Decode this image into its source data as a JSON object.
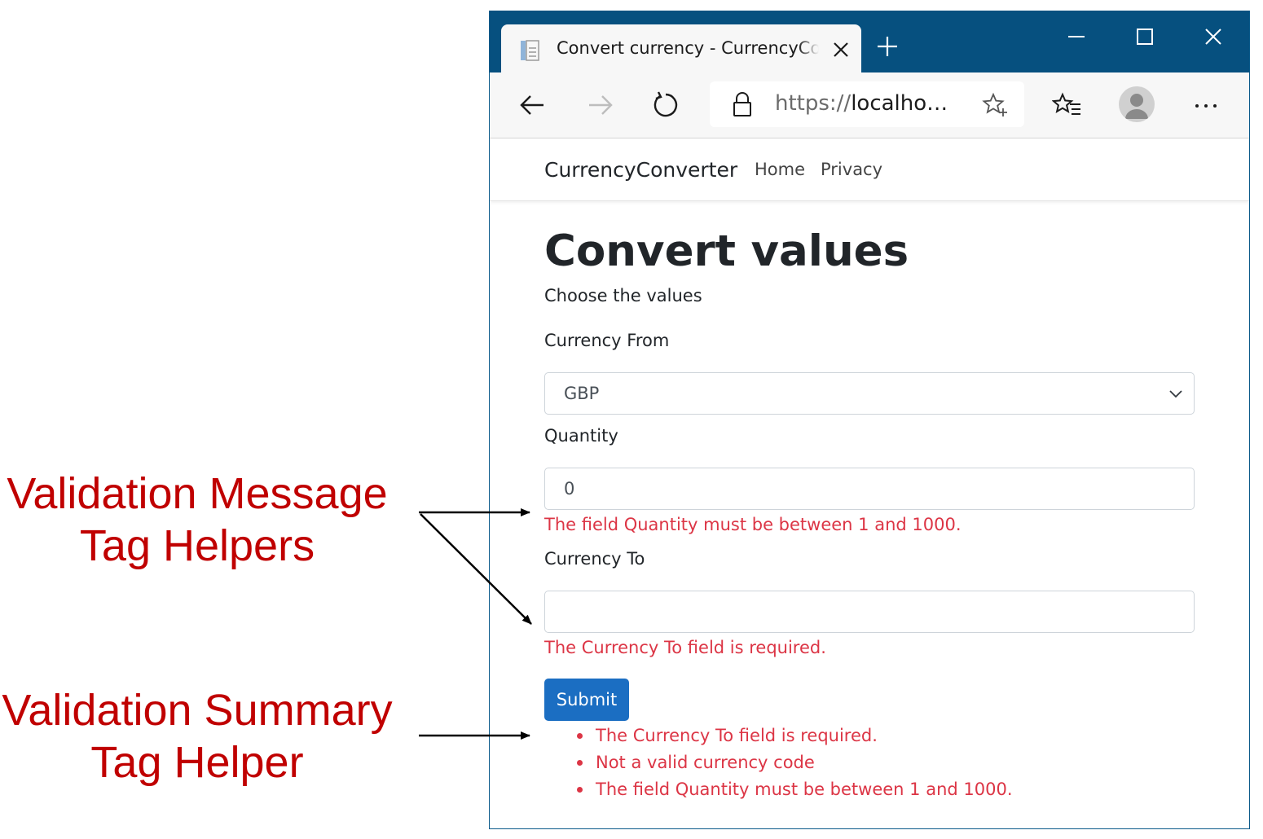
{
  "annotations": {
    "validation_message": [
      "Validation Message",
      "Tag Helpers"
    ],
    "validation_summary": [
      "Validation Summary",
      "Tag Helper"
    ]
  },
  "browser": {
    "tab_title": "Convert currency - CurrencyConverter",
    "url_scheme": "https://",
    "url_host": "localho…"
  },
  "navbar": {
    "brand": "CurrencyConverter",
    "links": [
      "Home",
      "Privacy"
    ]
  },
  "page": {
    "heading": "Convert values",
    "lead": "Choose the values"
  },
  "form": {
    "currency_from": {
      "label": "Currency From",
      "selected": "GBP"
    },
    "quantity": {
      "label": "Quantity",
      "value": "0",
      "error": "The field Quantity must be between 1 and 1000."
    },
    "currency_to": {
      "label": "Currency To",
      "value": "",
      "error": "The Currency To field is required."
    },
    "submit_label": "Submit"
  },
  "validation_summary": [
    "The Currency To field is required.",
    "Not a valid currency code",
    "The field Quantity must be between 1 and 1000."
  ],
  "colors": {
    "annotation": "#c00000",
    "titlebar": "#06507f",
    "error": "#dc3545",
    "primary_button": "#1b6ec2"
  }
}
